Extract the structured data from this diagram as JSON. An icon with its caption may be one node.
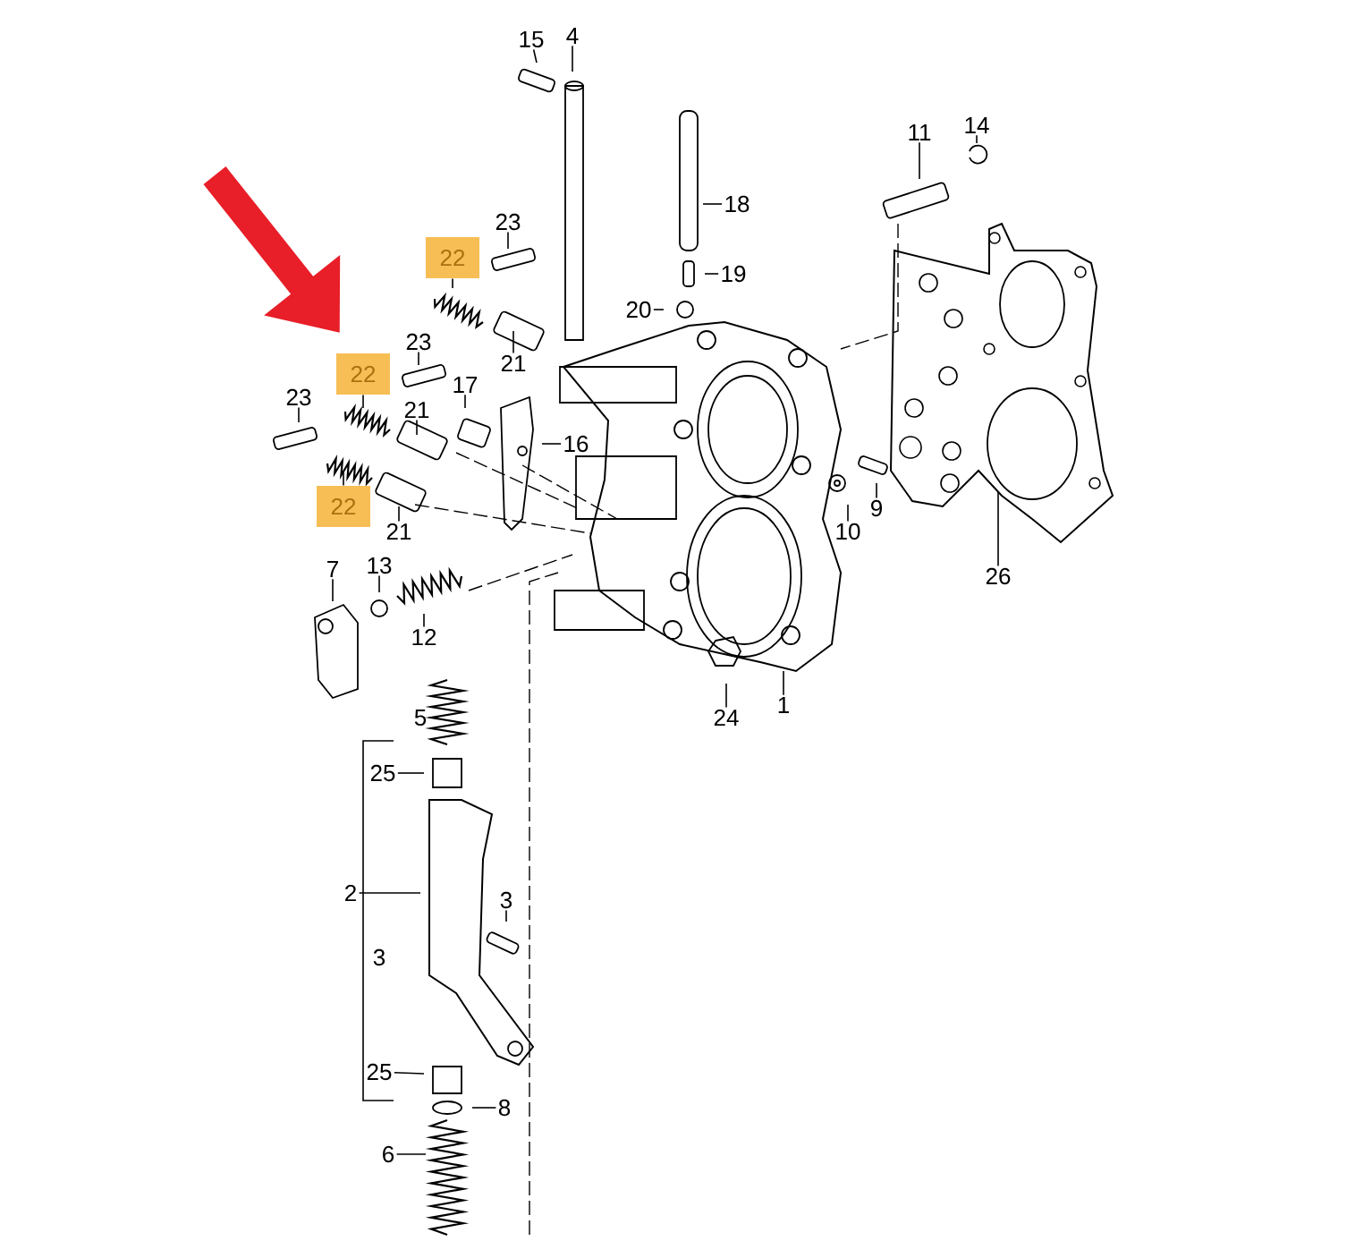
{
  "diagram": {
    "nodes": [
      {
        "text": [
          "15"
        ]
      },
      {
        "text": [
          "4"
        ]
      },
      {
        "text": [
          "18"
        ]
      },
      {
        "text": [
          "11"
        ]
      },
      {
        "text": [
          "14"
        ]
      },
      {
        "text": [
          "23"
        ]
      },
      {
        "text": [
          "22"
        ]
      },
      {
        "text": [
          "19"
        ]
      },
      {
        "text": [
          "20"
        ]
      },
      {
        "text": [
          "23"
        ]
      },
      {
        "text": [
          "22"
        ]
      },
      {
        "text": [
          "21"
        ]
      },
      {
        "text": [
          "17"
        ]
      },
      {
        "text": [
          "23"
        ]
      },
      {
        "text": [
          "21"
        ]
      },
      {
        "text": [
          "16"
        ]
      },
      {
        "text": [
          "22"
        ]
      },
      {
        "text": [
          "21"
        ]
      },
      {
        "text": [
          "10"
        ]
      },
      {
        "text": [
          "9"
        ]
      },
      {
        "text": [
          "26"
        ]
      },
      {
        "text": [
          "7"
        ]
      },
      {
        "text": [
          "13"
        ]
      },
      {
        "text": [
          "12"
        ]
      },
      {
        "text": [
          "24"
        ]
      },
      {
        "text": [
          "1"
        ]
      },
      {
        "text": [
          "5"
        ]
      },
      {
        "text": [
          "25"
        ]
      },
      {
        "text": [
          "2"
        ]
      },
      {
        "text": [
          "3"
        ]
      },
      {
        "text": [
          "25"
        ]
      },
      {
        "text": [
          "8"
        ]
      },
      {
        "text": [
          "6"
        ]
      }
    ],
    "edges": [
      {
        "from": 0,
        "to": null,
        "arrow": "none"
      },
      {
        "from": 1,
        "to": null,
        "arrow": "none"
      },
      {
        "from": 2,
        "to": null,
        "arrow": "none"
      },
      {
        "from": 3,
        "to": null,
        "arrow": "none"
      },
      {
        "from": 4,
        "to": null,
        "arrow": "none"
      },
      {
        "from": 5,
        "to": null,
        "arrow": "none"
      },
      {
        "from": 6,
        "to": null,
        "arrow": "none"
      },
      {
        "from": 7,
        "to": null,
        "arrow": "none"
      },
      {
        "from": 8,
        "to": null,
        "arrow": "none"
      },
      {
        "from": 9,
        "to": null,
        "arrow": "none"
      },
      {
        "from": 10,
        "to": null,
        "arrow": "none"
      },
      {
        "from": 11,
        "to": null,
        "arrow": "none"
      },
      {
        "from": 12,
        "to": null,
        "arrow": "none"
      },
      {
        "from": 13,
        "to": null,
        "arrow": "none"
      },
      {
        "from": 14,
        "to": null,
        "arrow": "none"
      },
      {
        "from": 15,
        "to": null,
        "arrow": "none"
      },
      {
        "from": 16,
        "to": null,
        "arrow": "none"
      },
      {
        "from": 17,
        "to": null,
        "arrow": "none"
      },
      {
        "from": 18,
        "to": null,
        "arrow": "none"
      },
      {
        "from": 19,
        "to": null,
        "arrow": "none"
      },
      {
        "from": 20,
        "to": null,
        "arrow": "none"
      },
      {
        "from": 21,
        "to": null,
        "arrow": "none"
      },
      {
        "from": 22,
        "to": null,
        "arrow": "none"
      },
      {
        "from": 23,
        "to": null,
        "arrow": "none"
      },
      {
        "from": 24,
        "to": null,
        "arrow": "none"
      },
      {
        "from": 25,
        "to": null,
        "arrow": "none"
      },
      {
        "from": 26,
        "to": null,
        "arrow": "none"
      },
      {
        "from": 27,
        "to": null,
        "arrow": "none"
      },
      {
        "from": 28,
        "to": null,
        "arrow": "none"
      },
      {
        "from": 29,
        "to": null,
        "arrow": "none"
      },
      {
        "from": 30,
        "to": null,
        "arrow": "none"
      },
      {
        "from": 31,
        "to": null,
        "arrow": "none"
      },
      {
        "from": 32,
        "to": null,
        "arrow": "none"
      }
    ],
    "labels": [
      "3"
    ]
  }
}
